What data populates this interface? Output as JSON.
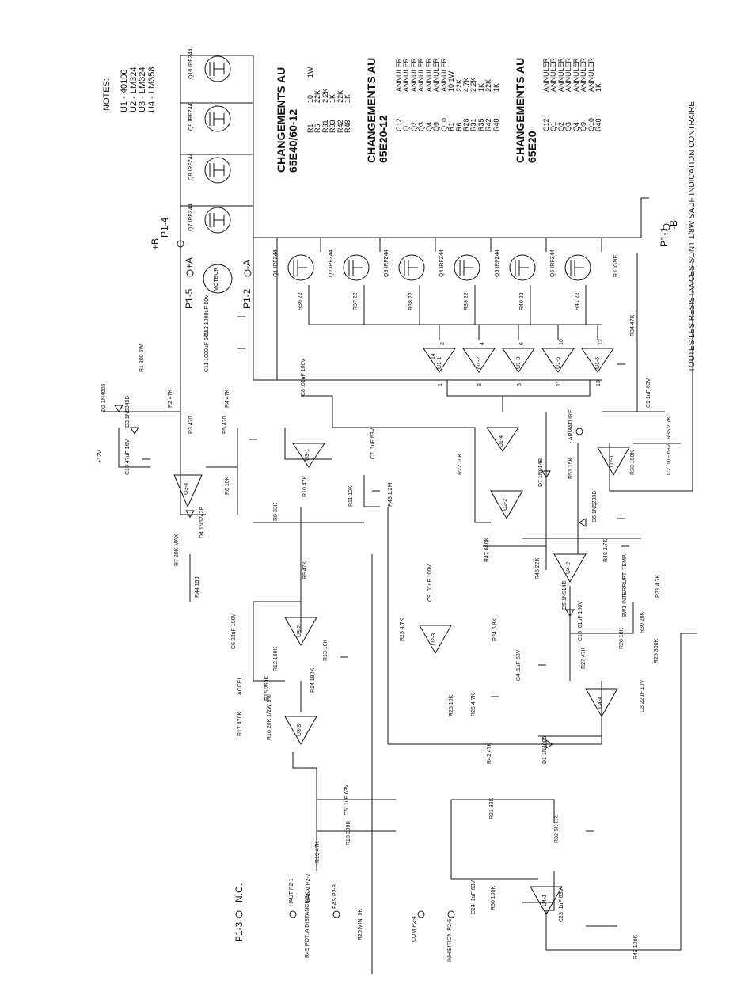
{
  "notes": {
    "title": "NOTES:",
    "lines": [
      "U1 - 40106",
      "U2 - LM324",
      "U3 - LM324",
      "U4 - LM358"
    ]
  },
  "changes": [
    {
      "title": "CHANGEMENTS AU",
      "model": "65E40/60-12",
      "rows": [
        [
          "R1",
          "10",
          "1W"
        ],
        [
          "R6",
          "22K",
          ""
        ],
        [
          "R31",
          "2.2K",
          ""
        ],
        [
          "R33",
          "1K",
          ""
        ],
        [
          "R42",
          "22K",
          ""
        ],
        [
          "R48",
          "1K",
          ""
        ]
      ]
    },
    {
      "title": "CHANGEMENTS AU",
      "model": "65E20-12",
      "rows": [
        [
          "C12",
          "ANNULER"
        ],
        [
          "Q1",
          "ANNULER"
        ],
        [
          "Q2",
          "ANNULER"
        ],
        [
          "Q3",
          "ANNULER"
        ],
        [
          "Q4",
          "ANNULER"
        ],
        [
          "Q9",
          "ANNULER"
        ],
        [
          "Q10",
          "ANNULER"
        ],
        [
          "R1",
          "10 1W"
        ],
        [
          "R6",
          "22K"
        ],
        [
          "R28",
          "4.7K"
        ],
        [
          "R31",
          "2.2K"
        ],
        [
          "R35",
          "1K"
        ],
        [
          "R42",
          "22K"
        ],
        [
          "R48",
          "1K"
        ]
      ]
    },
    {
      "title": "CHANGEMENTS AU",
      "model": "65E20",
      "rows": [
        [
          "C12",
          "ANNULER"
        ],
        [
          "Q1",
          "ANNULER"
        ],
        [
          "Q2",
          "ANNULER"
        ],
        [
          "Q3",
          "ANNULER"
        ],
        [
          "Q4",
          "ANNULER"
        ],
        [
          "Q9",
          "ANNULER"
        ],
        [
          "Q10",
          "ANNULER"
        ],
        [
          "R48",
          "1K"
        ]
      ]
    }
  ],
  "footer_note": "TOUTES LES RESISTANCES SONT 1/8W SAUF INDICATION CONTRAIRE",
  "connectors": {
    "p1_4": "P1-4",
    "plus_b": "+B",
    "p1_5": "P1-5",
    "plus_a": "+A",
    "p1_2": "P1-2",
    "minus_a": "-A",
    "p1_1": "P1-1",
    "minus_b": "-B",
    "p1_3": "P1-3",
    "nc": "N.C.",
    "moteur": "MOTEUR",
    "armature": "- ARMATURE",
    "haut": "HAUT P2-1",
    "bas": "BAS P2-3",
    "balai": "BALAI P2-2",
    "com": "COM P2-4",
    "inhibition": "INHIBITION P2-5",
    "pot": "R45 POT. A DISTANCE 5K",
    "ligne": "R LIGNE",
    "sw1": "SW1 INTERRUPT. TEMP."
  },
  "mosfets_top": [
    "Q10 IRFZ44",
    "Q9 IRFZ44",
    "Q8 IRFZ44",
    "Q7 IRFZ44"
  ],
  "mosfets_bottom": [
    "Q1 IRFZ44",
    "Q2 IRFZ44",
    "Q3 IRFZ44",
    "Q4 IRFZ44",
    "Q5 IRFZ44",
    "Q6 IRFZ44"
  ],
  "gate_resistors": [
    "R36 22",
    "R37 22",
    "R38 22",
    "R39 22",
    "R40 22",
    "R41 22"
  ],
  "inverters": [
    "U1-1",
    "U1-2",
    "U1-3",
    "U1-5",
    "U1-6"
  ],
  "inverter_pins": [
    [
      "14",
      "2",
      "1"
    ],
    [
      "4",
      "3"
    ],
    [
      "6",
      "5"
    ],
    [
      "10",
      "11"
    ],
    [
      "12",
      "13"
    ]
  ],
  "opamps": [
    "U3-4",
    "U3-1",
    "U3-2",
    "U3-3",
    "U1-4",
    "U2-2",
    "U2-3",
    "U4-2",
    "U2-1",
    "U4-4",
    "U4-1"
  ],
  "components": {
    "r1": "R1 300 5W",
    "d2": "D2 1N4005",
    "d3": "D3 1N5349B",
    "c10": "C10 47uF 16V",
    "r2": "R2 47K",
    "r3": "R3 470",
    "r4": "R4 47K",
    "r5": "R5 470",
    "r6": "R6 10K",
    "c12": "C12 1000uF 50V",
    "c11": "C11 1000uF 50V",
    "d4": "D4 1N5242B",
    "r7": "R7 20K MAX",
    "r44": "R44 150",
    "c8": "C8 .01uF 100V",
    "r8": "R8 33K",
    "r9": "R9 47K",
    "r10": "R10 47K",
    "c7": "C7 .1uF 63V",
    "r11": "R11 10K",
    "r43": "R43 1.2M",
    "r22": "R22 10K",
    "d7": "D7 1N914B",
    "r51": "R51 15K",
    "d6": "D6 1N5233B",
    "r47": "R47 680K",
    "r46": "R46 22K",
    "r48": "R48 2.7K",
    "c9": "C9 .01uF 100V",
    "r23": "R23 4.7K",
    "r24": "R24 6.8K",
    "c4": "C4 .1uF 63V",
    "r25": "R25 4.7K",
    "r26": "R26 10K",
    "d5": "D5 1N914B",
    "c15": "C15 .01uF 100V",
    "r27": "R27 47K",
    "r28": "R28 10K",
    "r30": "R30 20K",
    "r31": "R31 4.7K",
    "r29": "R29 300K",
    "c3": "C3 22uF 10V",
    "r34": "R34 47K",
    "c1": "C1 1uF 63V",
    "r35": "R35 2.7K",
    "r33": "R33 100K",
    "c2": "C2 .1uF 63V",
    "r42": "R42 47K",
    "d1": "D1 1N4005",
    "c6": "C6 22uF 100V",
    "r12": "R12 100K",
    "r13": "R13 10K",
    "r14": "R14 180K",
    "r15": "R15 250K",
    "r16": "R16 20K 1/2W 5%",
    "r17": "R17 470K",
    "accel": "ACCEL.",
    "c5": "C5 .1uF 63V",
    "r18": "R18 300K",
    "r19": "R19 47K",
    "r20": "R20 MIN. 5K",
    "r21": "R21 82K",
    "r32": "R32 5K I.R.",
    "c14": "C14 .1uF 63V",
    "r50": "R50 100K",
    "c13": "C13 .1uF 63V",
    "r49": "R49 100K",
    "v12": "+12V"
  }
}
